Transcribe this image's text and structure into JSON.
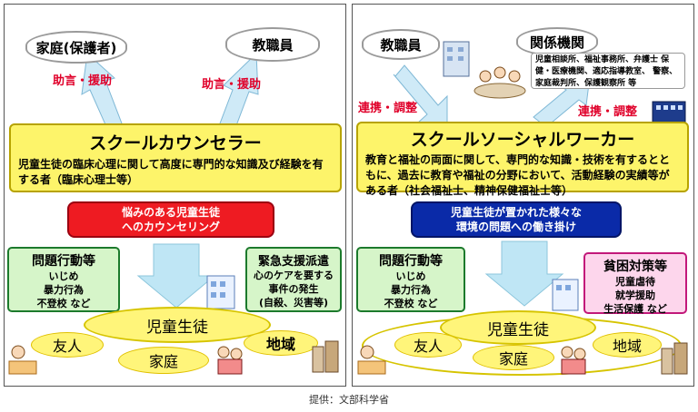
{
  "left": {
    "top_left": "家庭(保護者)",
    "top_right": "教職員",
    "advice_left": "助言・援助",
    "advice_right": "助言・援助",
    "title": "スクールカウンセラー",
    "description": "児童生徒の臨床心理に関して高度に専門的な知識及び経験を有する者（臨床心理士等）",
    "action_line1": "悩みのある児童生徒",
    "action_line2": "へのカウンセリング",
    "issues_title": "問題行動等",
    "issues": [
      "いじめ",
      "暴力行為",
      "不登校 など"
    ],
    "emergency_title": "緊急支援派遣",
    "emergency_body": [
      "心のケアを要する",
      "事件の発生",
      "(自殺、災害等)"
    ],
    "center": "児童生徒",
    "friends": "友人",
    "family": "家庭",
    "region": "地域"
  },
  "right": {
    "top_left": "教職員",
    "top_right": "関係機関",
    "agencies": "児童相談所、福祉事務所、弁護士 保健・医療機関、適応指導教室、 警察、家庭裁判所、保護観察所 等",
    "coop_left": "連携・調整",
    "coop_right": "連携・調整",
    "title": "スクールソーシャルワーカー",
    "description": "教育と福祉の両面に関して、専門的な知識・技術を有するとともに、過去に教育や福祉の分野において、活動経験の実績等がある者（社会福祉士、精神保健福祉士等）",
    "action_line1": "児童生徒が置かれた様々な",
    "action_line2": "環境の問題への働き掛け",
    "issues_title": "問題行動等",
    "issues": [
      "いじめ",
      "暴力行為",
      "不登校 など"
    ],
    "poverty_title": "貧困対策等",
    "poverty_body": [
      "児童虐待",
      "就学援助",
      "生活保護 など"
    ],
    "center": "児童生徒",
    "friends": "友人",
    "family": "家庭",
    "region": "地域"
  },
  "credit": "提供：文部科学省"
}
